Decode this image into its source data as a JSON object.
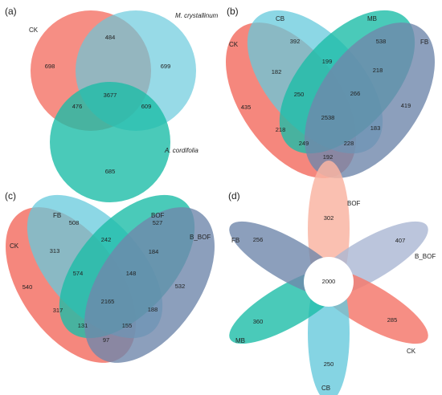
{
  "colors": {
    "salmon": "#f47a6f",
    "sky": "#66c9dc",
    "teal": "#1dbda7",
    "slate": "#6f87ab",
    "peach": "#f9b5a3",
    "lavender": "#aab7d3"
  },
  "panel_a": {
    "tag": "(a)",
    "sets": {
      "ck": "CK",
      "mc": "M. crystallinum",
      "ac": "A. cordifolia"
    },
    "counts": {
      "ck": "698",
      "mc": "699",
      "ac": "685",
      "ck_mc": "484",
      "ck_ac": "476",
      "mc_ac": "609",
      "all": "3677"
    }
  },
  "panel_b": {
    "tag": "(b)",
    "sets": {
      "ck": "CK",
      "cb": "CB",
      "mb": "MB",
      "fb": "FB"
    },
    "counts": {
      "ck": "435",
      "cb": "392",
      "mb": "538",
      "fb": "419",
      "n182": "182",
      "n199": "199",
      "n218a": "218",
      "n250": "250",
      "n266": "266",
      "n218b": "218",
      "n2538": "2538",
      "n183": "183",
      "n249": "249",
      "n228": "228",
      "n192": "192"
    }
  },
  "panel_c": {
    "tag": "(c)",
    "sets": {
      "ck": "CK",
      "fb": "FB",
      "bof": "BOF",
      "bbof": "B_BOF"
    },
    "counts": {
      "ck": "540",
      "fb": "508",
      "bof": "527",
      "bbof": "532",
      "n313": "313",
      "n242": "242",
      "n184": "184",
      "n574": "574",
      "n148": "148",
      "n317": "317",
      "n2165": "2165",
      "n188": "188",
      "n131": "131",
      "n155": "155",
      "n97": "97"
    }
  },
  "panel_d": {
    "tag": "(d)",
    "sets": {
      "bof": "BOF",
      "bbof": "B_BOF",
      "ck": "CK",
      "cb": "CB",
      "mb": "MB",
      "fb": "FB"
    },
    "counts": {
      "bof": "302",
      "bbof": "407",
      "ck": "285",
      "cb": "250",
      "mb": "360",
      "fb": "256",
      "core": "2000"
    }
  }
}
